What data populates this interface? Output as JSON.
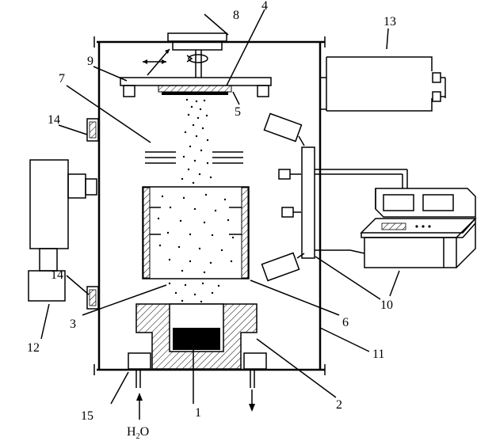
{
  "labels": {
    "l1": "1",
    "l2": "2",
    "l3": "3",
    "l4": "4",
    "l5": "5",
    "l6": "6",
    "l7": "7",
    "l8": "8",
    "l9": "9",
    "l10": "10",
    "l11": "11",
    "l12": "12",
    "l13": "13",
    "l14a": "14",
    "l14b": "14",
    "l15": "15"
  },
  "water_label": {
    "h": "H",
    "sub": "2",
    "o": "O"
  },
  "colors": {
    "ink": "#000000",
    "hatch": "#000000",
    "background": "#ffffff"
  }
}
